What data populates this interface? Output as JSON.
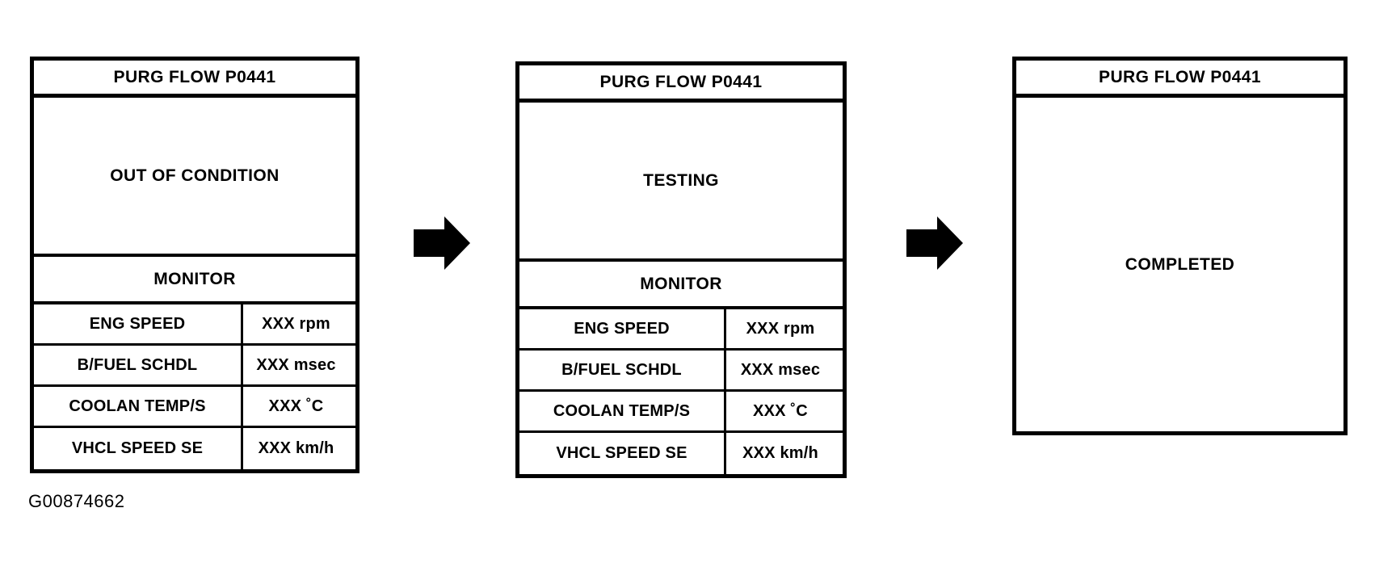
{
  "figure": {
    "caption": "G00874662",
    "colors": {
      "ink": "#000000",
      "paper": "#ffffff"
    }
  },
  "panels": [
    {
      "id": "out-of-condition",
      "title": "PURG FLOW P0441",
      "status": "OUT OF CONDITION",
      "monitor_header": "MONITOR",
      "rows": [
        {
          "label": "ENG SPEED",
          "value": "XXX rpm"
        },
        {
          "label": "B/FUEL SCHDL",
          "value": "XXX msec"
        },
        {
          "label": "COOLAN TEMP/S",
          "value": "XXX ˚C"
        },
        {
          "label": "VHCL SPEED SE",
          "value": "XXX km/h"
        }
      ]
    },
    {
      "id": "testing",
      "title": "PURG FLOW P0441",
      "status": "TESTING",
      "monitor_header": "MONITOR",
      "rows": [
        {
          "label": "ENG SPEED",
          "value": "XXX rpm"
        },
        {
          "label": "B/FUEL SCHDL",
          "value": "XXX msec"
        },
        {
          "label": "COOLAN TEMP/S",
          "value": "XXX ˚C"
        },
        {
          "label": "VHCL SPEED SE",
          "value": "XXX km/h"
        }
      ]
    },
    {
      "id": "completed",
      "title": "PURG FLOW P0441",
      "status": "COMPLETED",
      "monitor_header": null,
      "rows": []
    }
  ],
  "arrows": [
    {
      "id": "arrow-1",
      "direction": "right"
    },
    {
      "id": "arrow-2",
      "direction": "right"
    }
  ]
}
